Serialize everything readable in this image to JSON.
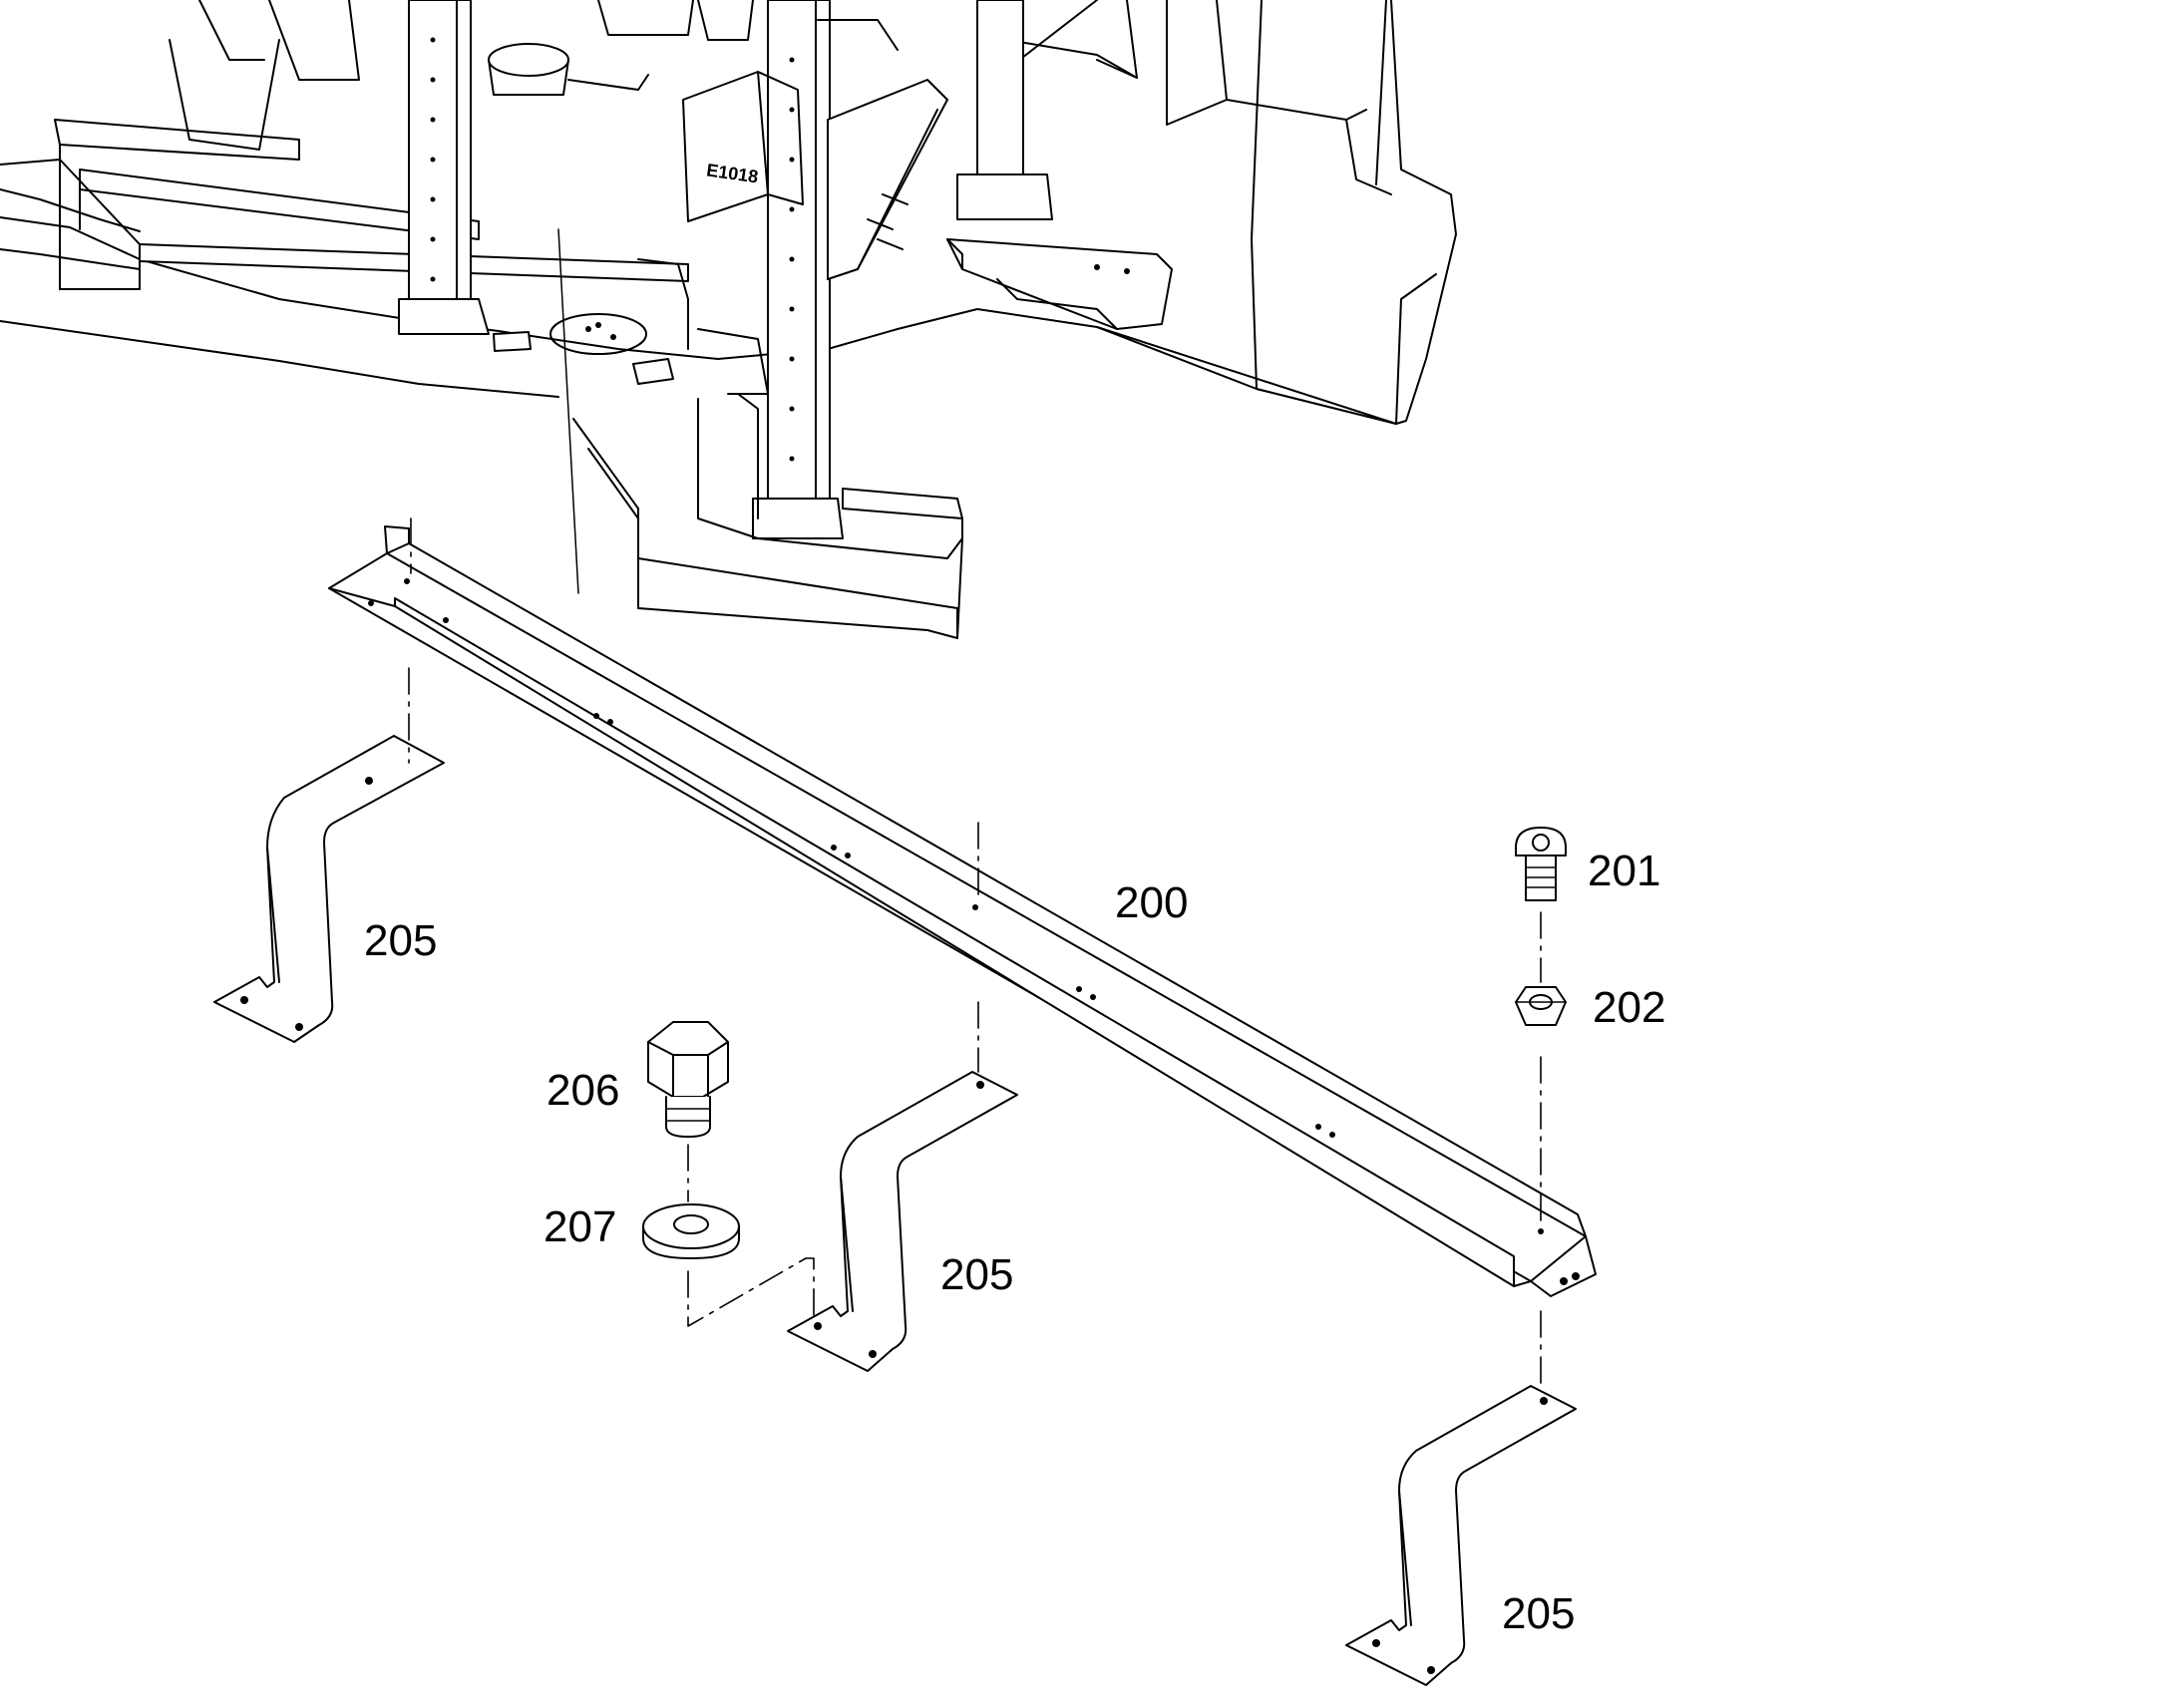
{
  "diagram": {
    "type": "exploded-parts-drawing",
    "part_callouts": {
      "rail": "200",
      "screw": "201",
      "nut": "202",
      "bracket_left": "205",
      "bracket_middle": "205",
      "bracket_right": "205",
      "bolt": "206",
      "washer": "207"
    },
    "component_label": "E1018"
  },
  "colors": {
    "line": "#000000",
    "background": "#ffffff"
  }
}
